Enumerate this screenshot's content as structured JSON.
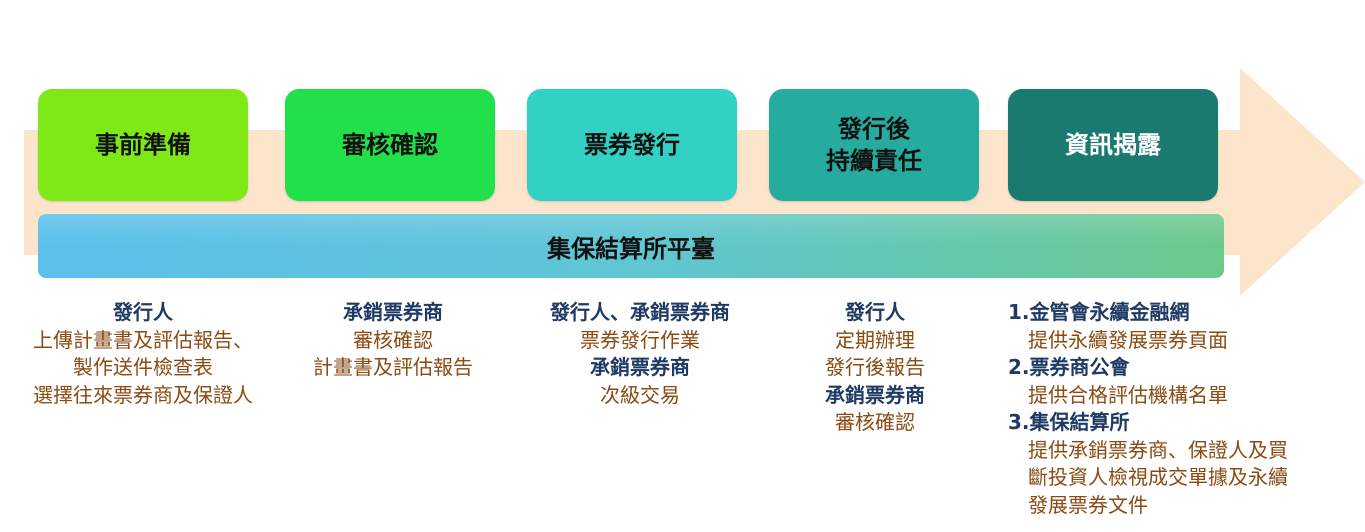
{
  "steps": [
    {
      "label": "事前準備",
      "color": "#7fe817",
      "text_color": "#111111"
    },
    {
      "label": "審核確認",
      "color": "#22e04a",
      "text_color": "#111111"
    },
    {
      "label": "票券發行",
      "color": "#33d1c4",
      "text_color": "#111111"
    },
    {
      "label": "發行後\n持續責任",
      "color": "#26ab9f",
      "text_color": "#111111"
    },
    {
      "label": "資訊揭露",
      "color": "#1b7a70",
      "text_color": "#ffffff"
    }
  ],
  "platform": {
    "label": "集保結算所平臺"
  },
  "details": [
    [
      {
        "type": "h",
        "text": "發行人"
      },
      {
        "type": "t",
        "text": "上傳計畫書及評估報告、"
      },
      {
        "type": "t",
        "text": "製作送件檢查表"
      },
      {
        "type": "t",
        "text": "選擇往來票券商及保證人"
      }
    ],
    [
      {
        "type": "h",
        "text": "承銷票券商"
      },
      {
        "type": "t",
        "text": "審核確認"
      },
      {
        "type": "t",
        "text": "計畫書及評估報告"
      }
    ],
    [
      {
        "type": "h",
        "text": "發行人、承銷票券商"
      },
      {
        "type": "t",
        "text": "票券發行作業"
      },
      {
        "type": "h",
        "text": "承銷票券商"
      },
      {
        "type": "t",
        "text": "次級交易"
      }
    ],
    [
      {
        "type": "h",
        "text": "發行人"
      },
      {
        "type": "t",
        "text": "定期辦理"
      },
      {
        "type": "t",
        "text": "發行後報告"
      },
      {
        "type": "h",
        "text": "承銷票券商"
      },
      {
        "type": "t",
        "text": "審核確認"
      }
    ],
    [
      {
        "type": "h",
        "text": "1.金管會永續金融網"
      },
      {
        "type": "t",
        "text": "提供永續發展票券頁面"
      },
      {
        "type": "h",
        "text": "2.票券商公會"
      },
      {
        "type": "t",
        "text": "提供合格評估機構名單"
      },
      {
        "type": "h",
        "text": "3.集保結算所"
      },
      {
        "type": "t",
        "text": "提供承銷票券商、保證人及買"
      },
      {
        "type": "t",
        "text": "斷投資人檢視成交單據及永續"
      },
      {
        "type": "t",
        "text": "發展票券文件"
      }
    ]
  ]
}
